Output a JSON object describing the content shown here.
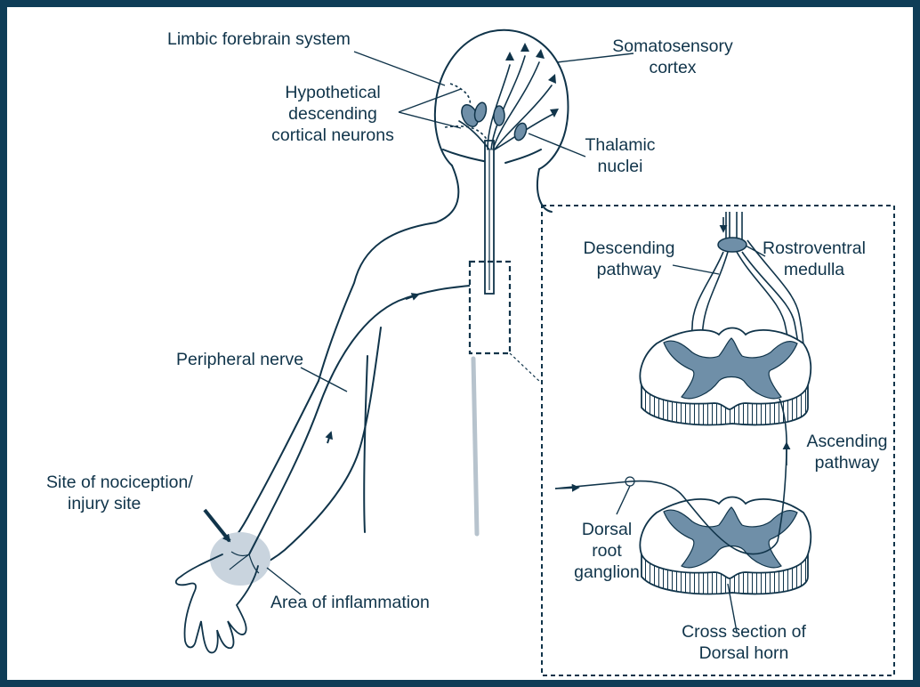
{
  "colors": {
    "frame": "#0f3d57",
    "ink": "#10344a",
    "fill": "#6f8fa8",
    "inflammation": "#c9d4de",
    "spinal_cord_shadow": "#b7c3cd"
  },
  "labels": {
    "limbic": "Limbic forebrain system",
    "somatosensory": [
      "Somatosensory",
      "cortex"
    ],
    "hypothetical": [
      "Hypothetical",
      "descending",
      "cortical neurons"
    ],
    "thalamic": [
      "Thalamic",
      "nuclei"
    ],
    "descending": [
      "Descending",
      "pathway"
    ],
    "rostroventral": [
      "Rostroventral",
      "medulla"
    ],
    "peripheral": "Peripheral nerve",
    "ascending": [
      "Ascending",
      "pathway"
    ],
    "site": [
      "Site of nociception/",
      "injury site"
    ],
    "dorsal_root": [
      "Dorsal",
      "root",
      "ganglion"
    ],
    "inflammation": "Area of inflammation",
    "cross_section": [
      "Cross section of",
      "Dorsal horn"
    ]
  }
}
